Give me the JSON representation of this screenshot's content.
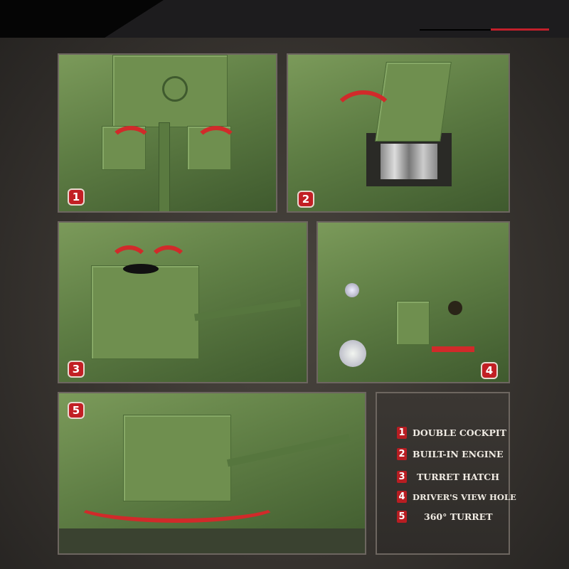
{
  "colors": {
    "accent_red": "#c21f24",
    "tank_green": "#5e7d44",
    "background": "#37332f"
  },
  "panels": [
    {
      "badge": "1"
    },
    {
      "badge": "2"
    },
    {
      "badge": "3"
    },
    {
      "badge": "4"
    },
    {
      "badge": "5"
    }
  ],
  "legend": {
    "items": [
      {
        "num": "1",
        "label": "DOUBLE COCKPIT"
      },
      {
        "num": "2",
        "label": "BUILT-IN ENGINE"
      },
      {
        "num": "3",
        "label": "TURRET HATCH"
      },
      {
        "num": "4",
        "label": "DRIVER'S VIEW HOLE"
      },
      {
        "num": "5",
        "label": "360° TURRET"
      }
    ]
  }
}
